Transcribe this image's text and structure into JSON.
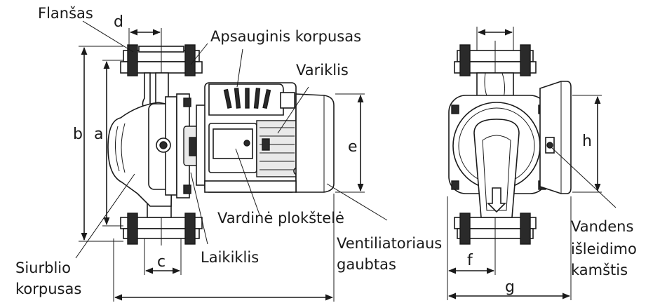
{
  "labels": {
    "flange": "Flanšas",
    "protective_housing": "Apsauginis korpusas",
    "motor": "Variklis",
    "nameplate": "Vardinė plokštelė",
    "fan_cover_1": "Ventiliatoriaus",
    "fan_cover_2": "gaubtas",
    "holder": "Laikiklis",
    "pump_body_1": "Siurblio",
    "pump_body_2": "korpusas",
    "drain_1": "Vandens",
    "drain_2": "išleidimo",
    "drain_3": "kamštis"
  },
  "dimensions": {
    "a": "a",
    "b": "b",
    "c": "c",
    "d": "d",
    "e": "e",
    "f": "f",
    "g": "g",
    "h": "h"
  }
}
